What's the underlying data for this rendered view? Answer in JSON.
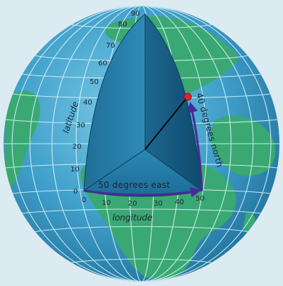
{
  "labels": {
    "latitude": "latitude",
    "longitude": "longitude",
    "east": "50 degrees east",
    "north": "40 degrees north"
  },
  "latitude_ticks": [
    "0",
    "10",
    "20",
    "30",
    "40",
    "50",
    "60",
    "70",
    "80",
    "90"
  ],
  "longitude_ticks": [
    "0",
    "10",
    "20",
    "30",
    "40",
    "50"
  ],
  "colors": {
    "ocean": "#3f9fc9",
    "land": "#3aa872",
    "grid": "#d8f2fa",
    "wedge": "#257aa4",
    "arrow": "#4a2a96",
    "point": "#e0232f"
  }
}
